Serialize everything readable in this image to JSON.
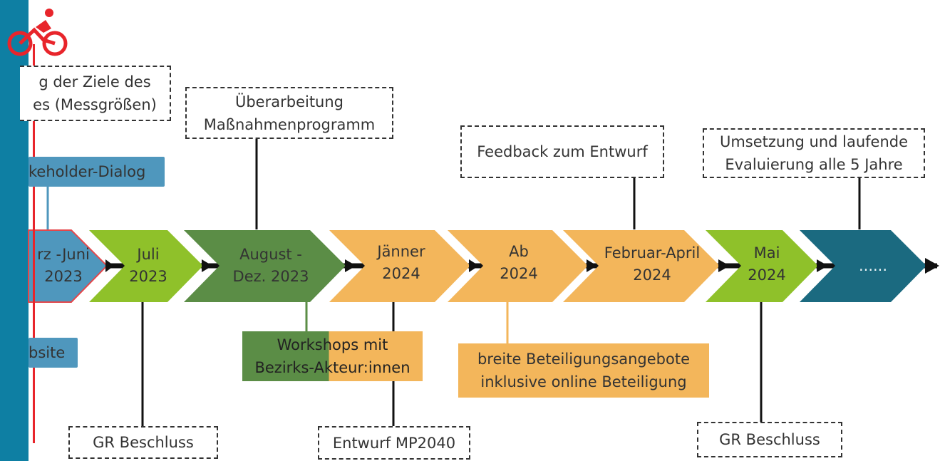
{
  "colors": {
    "sidebar": "#0e7fa3",
    "lime": "#8fc12a",
    "green": "#5b8d46",
    "orange": "#f3b65b",
    "teal": "#1b6a80",
    "blue": "#4f97bd",
    "arrow_line": "#111111",
    "bike": "#e8252b"
  },
  "icon": {
    "name": "bicycle-rider-icon"
  },
  "top_notes": {
    "goals": [
      "g der Ziele des",
      "es (Messgrößen)"
    ],
    "revision": [
      "Überarbeitung",
      "Maßnahmenprogramm"
    ],
    "feedback": "Feedback zum Entwurf",
    "implementation": [
      "Umsetzung und laufende",
      "Evaluierung alle 5 Jahre"
    ]
  },
  "stakeholder_label": "keholder-Dialog",
  "website_label": "bsite",
  "phases": [
    {
      "line1": "rz -Juni",
      "line2": "2023"
    },
    {
      "line1": "Juli",
      "line2": "2023"
    },
    {
      "line1": "August -",
      "line2": "Dez. 2023"
    },
    {
      "line1": "Jänner",
      "line2": "2024"
    },
    {
      "line1": "Ab",
      "line2": "2024"
    },
    {
      "line1": "Februar-April",
      "line2": "2024"
    },
    {
      "line1": "Mai",
      "line2": "2024"
    },
    {
      "line1": "......"
    }
  ],
  "bottom_notes": {
    "workshops": [
      "Workshops mit",
      "Bezirks-Akteur:innen"
    ],
    "participation": [
      "breite Beteiligungsangebote",
      "inklusive online Beteiligung"
    ],
    "gr1": "GR Beschluss",
    "draft": "Entwurf MP2040",
    "gr2": "GR Beschluss"
  }
}
